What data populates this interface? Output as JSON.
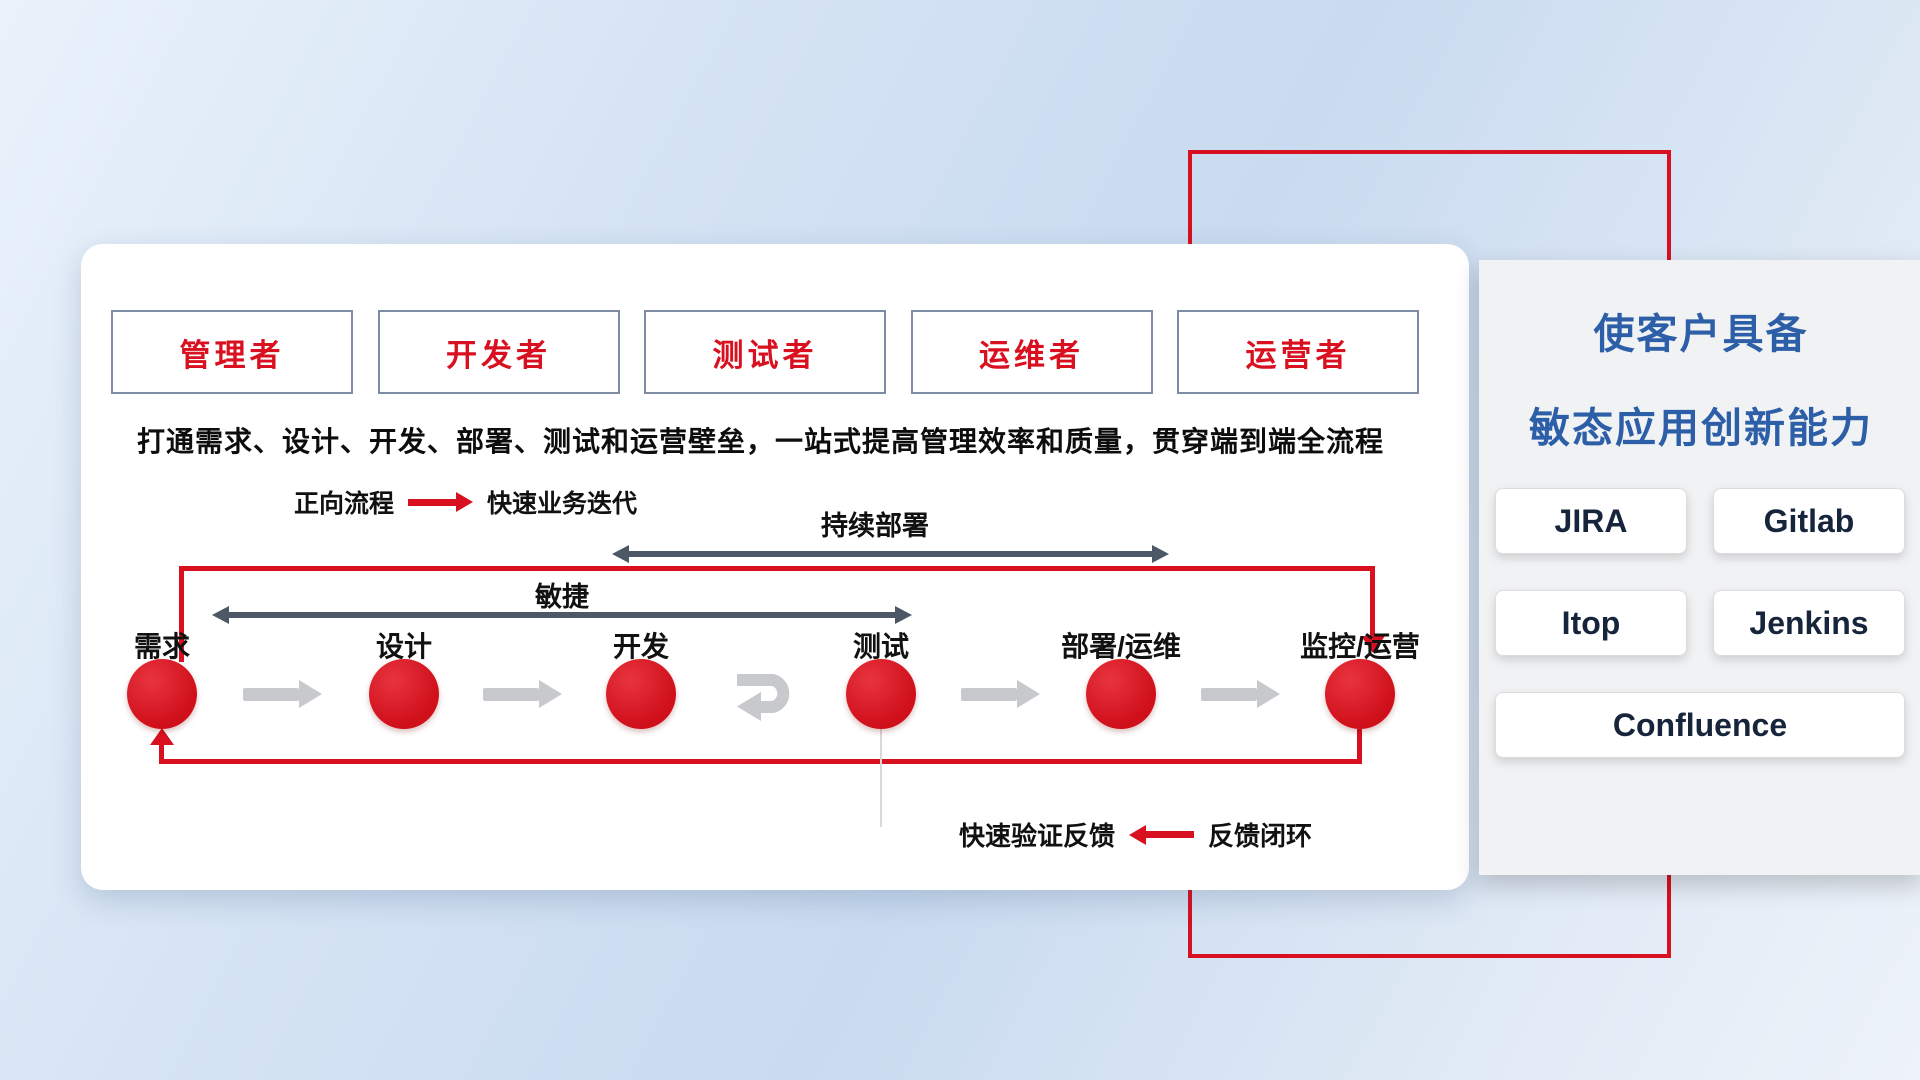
{
  "roles": [
    "管理者",
    "开发者",
    "测试者",
    "运维者",
    "运营者"
  ],
  "subtitle": "打通需求、设计、开发、部署、测试和运营壁垒，一站式提高管理效率和质量，贯穿端到端全流程",
  "legend_forward": {
    "label": "正向流程",
    "desc": "快速业务迭代"
  },
  "span_arrows": {
    "continuous_deploy": "持续部署",
    "agile": "敏捷"
  },
  "stages": [
    "需求",
    "设计",
    "开发",
    "测试",
    "部署/运维",
    "监控/运营"
  ],
  "legend_feedback": {
    "label": "快速验证反馈",
    "desc": "反馈闭环"
  },
  "side_panel": {
    "title_line1": "使客户具备",
    "title_line2": "敏态应用创新能力",
    "tools": [
      "JIRA",
      "Gitlab",
      "Itop",
      "Jenkins",
      "Confluence"
    ]
  },
  "colors": {
    "red": "#d8101f",
    "blue": "#2d5fa8",
    "dark-arrow": "#4d5866",
    "gray-arrow": "#c7c9cc"
  }
}
